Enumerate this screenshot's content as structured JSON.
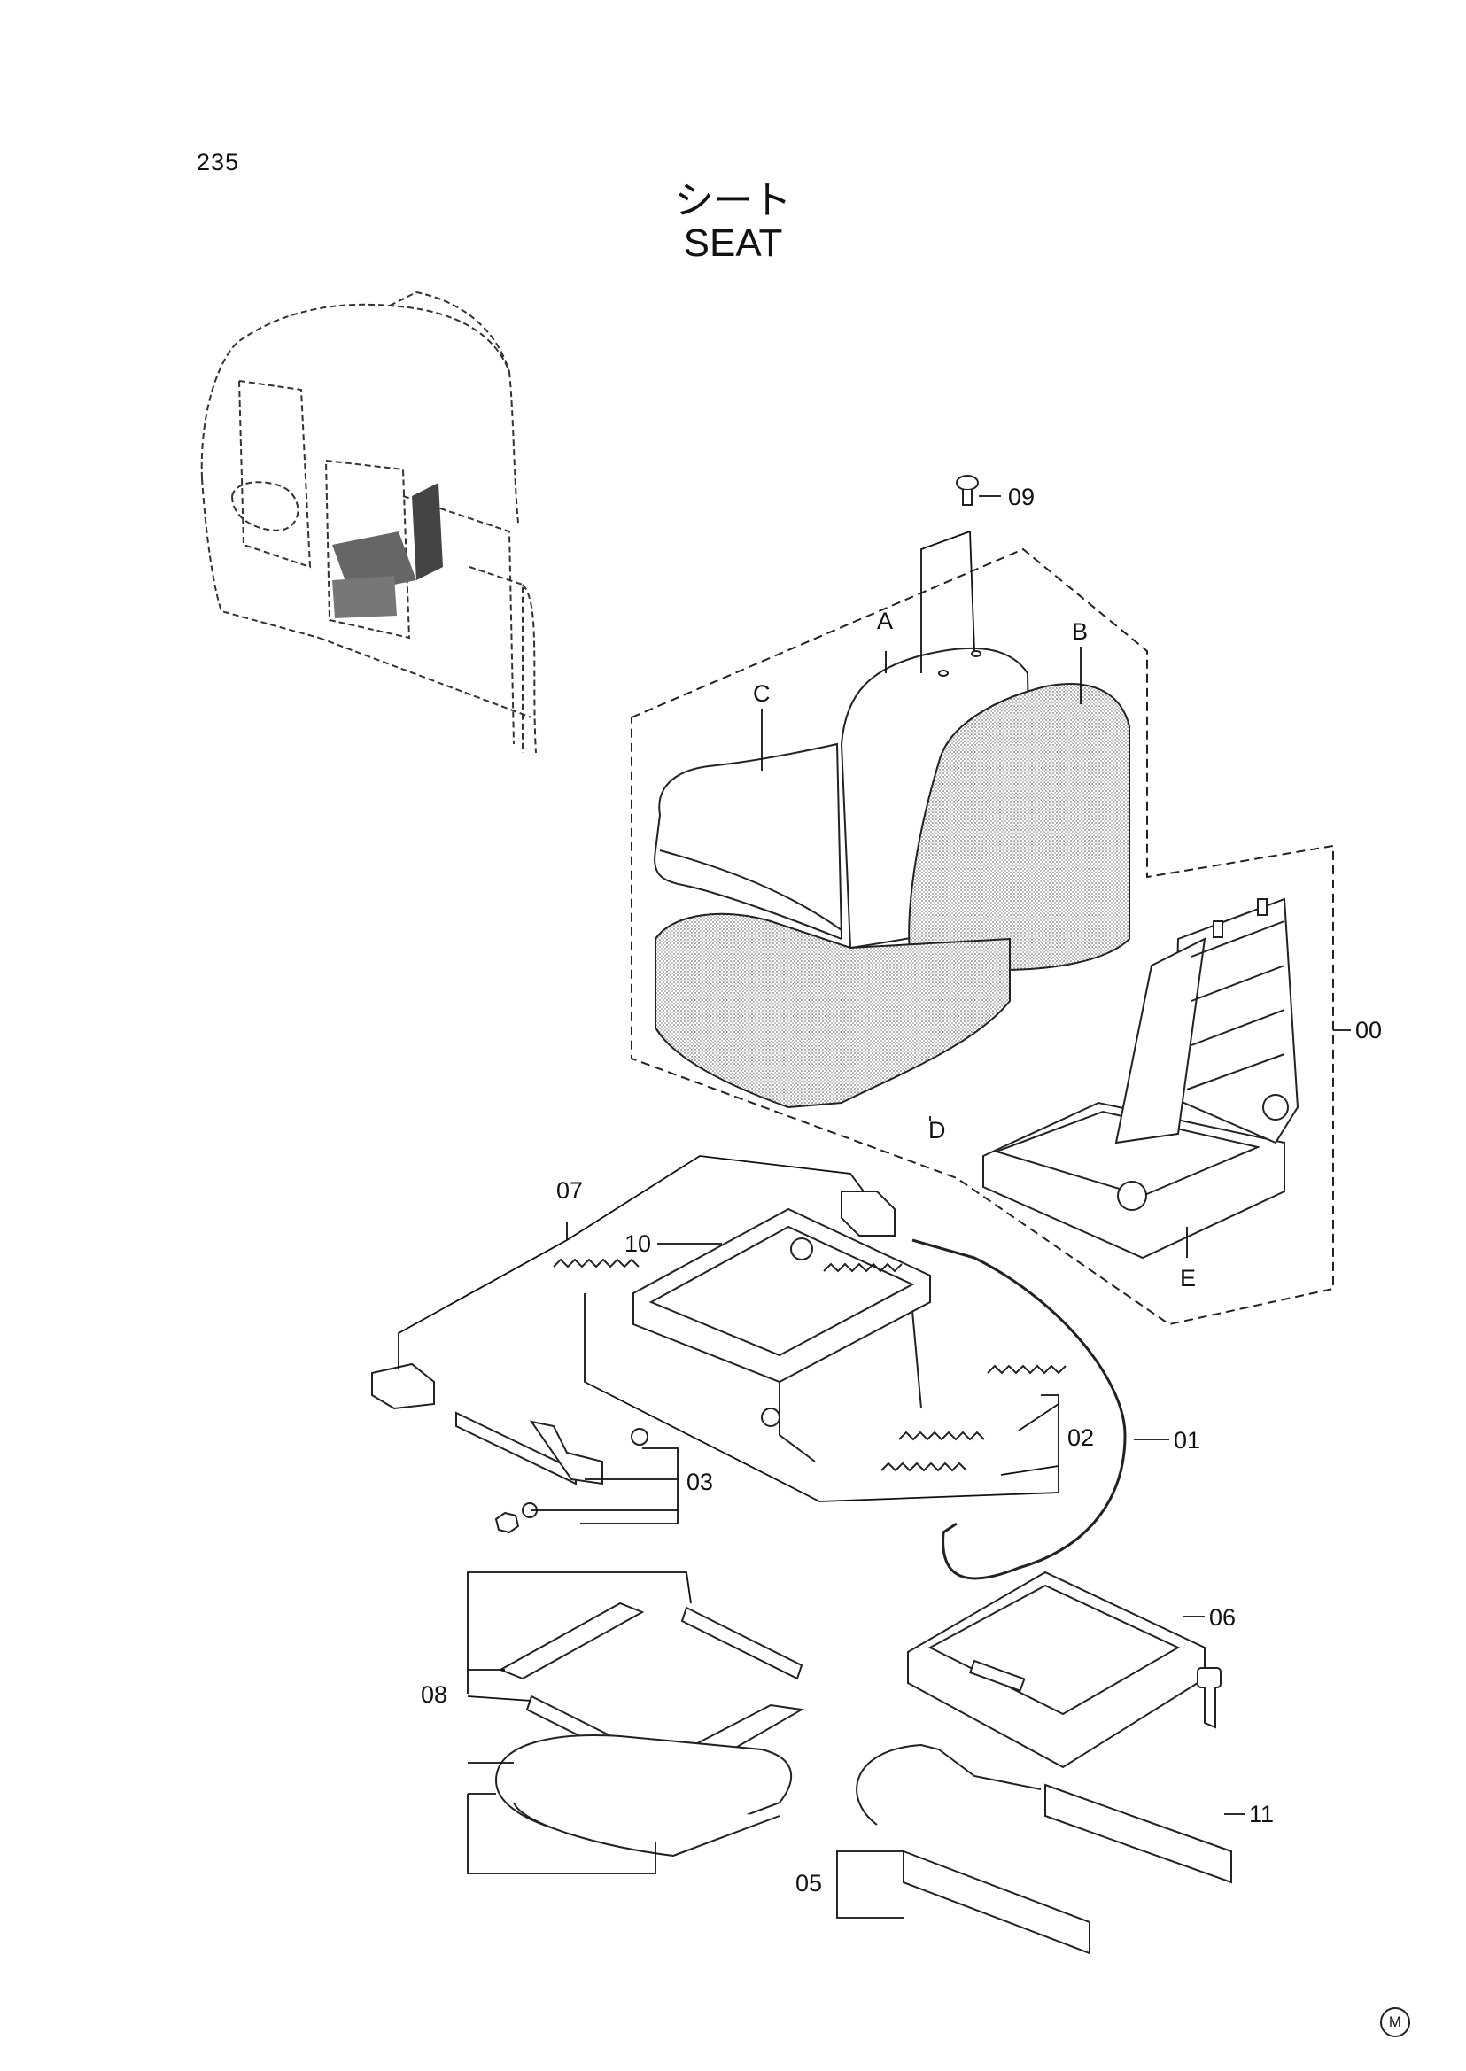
{
  "page_number": "235",
  "title_jp": "シート",
  "title_en": "SEAT",
  "callouts": {
    "p00": "00",
    "p01": "01",
    "p02": "02",
    "p03": "03",
    "p05": "05",
    "p06": "06",
    "p07": "07",
    "p08": "08",
    "p09": "09",
    "p10": "10",
    "p11": "11"
  },
  "letters": {
    "a": "A",
    "b": "B",
    "c": "C",
    "d": "D",
    "e": "E"
  },
  "mark": "M",
  "colors": {
    "line": "#1a1a1a",
    "shade": "#b8b8b8"
  }
}
